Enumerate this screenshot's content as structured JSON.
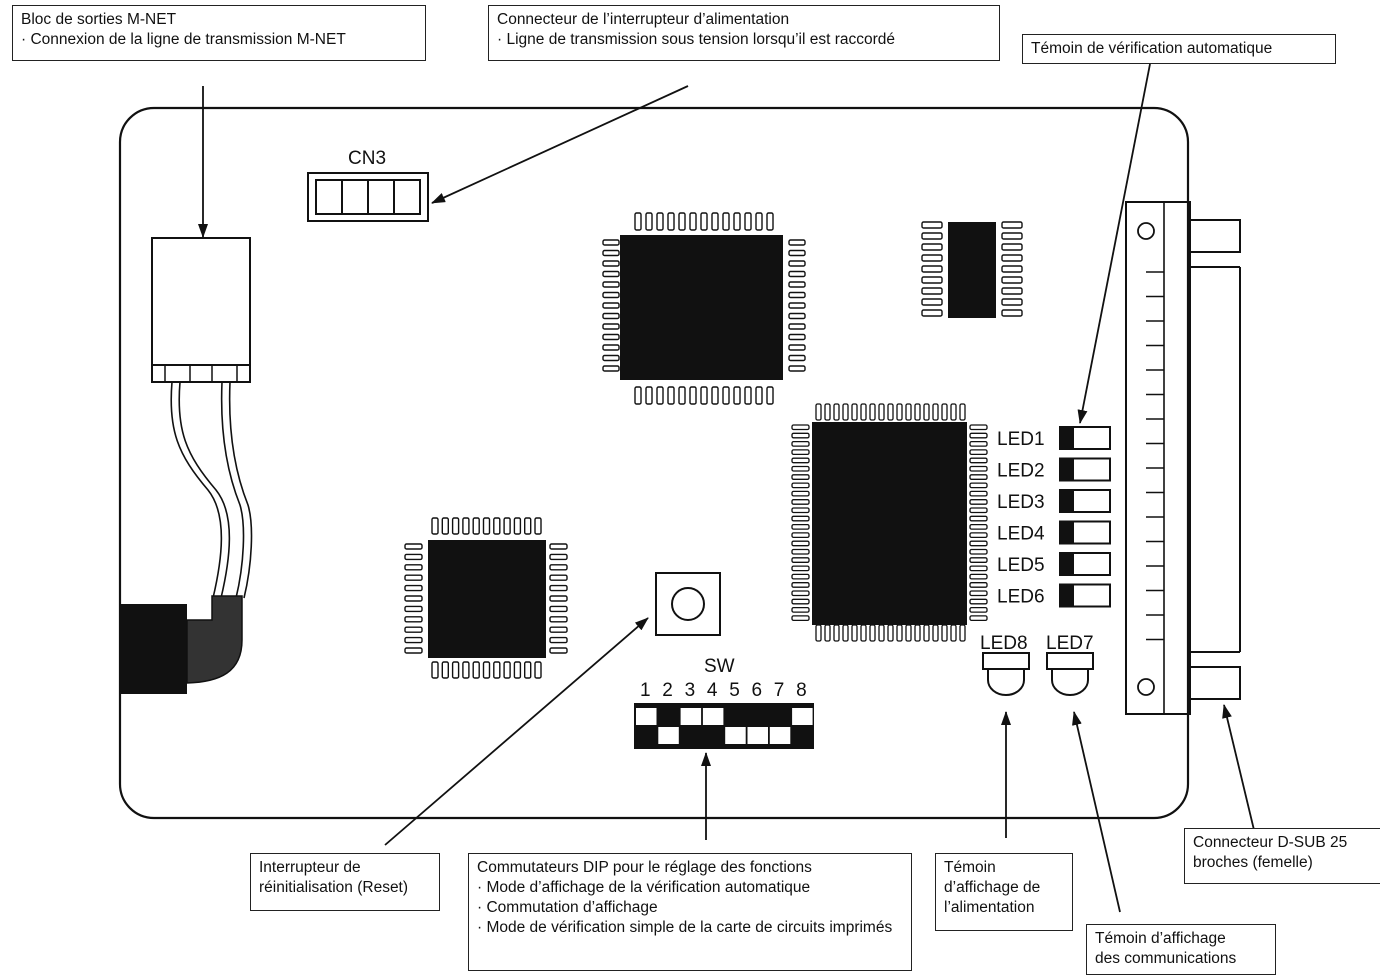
{
  "board": {
    "cn3_label": "CN3",
    "sw_label": "SW",
    "sw_numbers": [
      "1",
      "2",
      "3",
      "4",
      "5",
      "6",
      "7",
      "8"
    ],
    "leds": [
      "LED1",
      "LED2",
      "LED3",
      "LED4",
      "LED5",
      "LED6"
    ],
    "led8_label": "LED8",
    "led7_label": "LED7"
  },
  "callouts": {
    "mnet": {
      "title": "Bloc de sorties M-NET",
      "desc": "· Connexion de la ligne de transmission M-NET"
    },
    "power": {
      "title": "Connecteur de l’interrupteur d’alimentation",
      "desc": "· Ligne de transmission sous tension lorsqu’il est raccordé"
    },
    "selfcheck": {
      "title": "Témoin de vérification automatique"
    },
    "reset": {
      "line1": "Interrupteur de",
      "line2": "réinitialisation (Reset)"
    },
    "dip": {
      "title": "Commutateurs DIP pour le réglage des fonctions",
      "item1": "· Mode d’affichage de la vérification automatique",
      "item2": "· Commutation d’affichage",
      "item3": "· Mode de vérification simple de la carte de circuits imprimés"
    },
    "power_led": {
      "line1": "Témoin",
      "line2": "d’affichage de",
      "line3": "l’alimentation"
    },
    "comm_led": {
      "line1": "Témoin d’affichage",
      "line2": "des communications"
    },
    "dsub": {
      "line1": "Connecteur D-SUB 25",
      "line2": "broches (femelle)"
    }
  }
}
